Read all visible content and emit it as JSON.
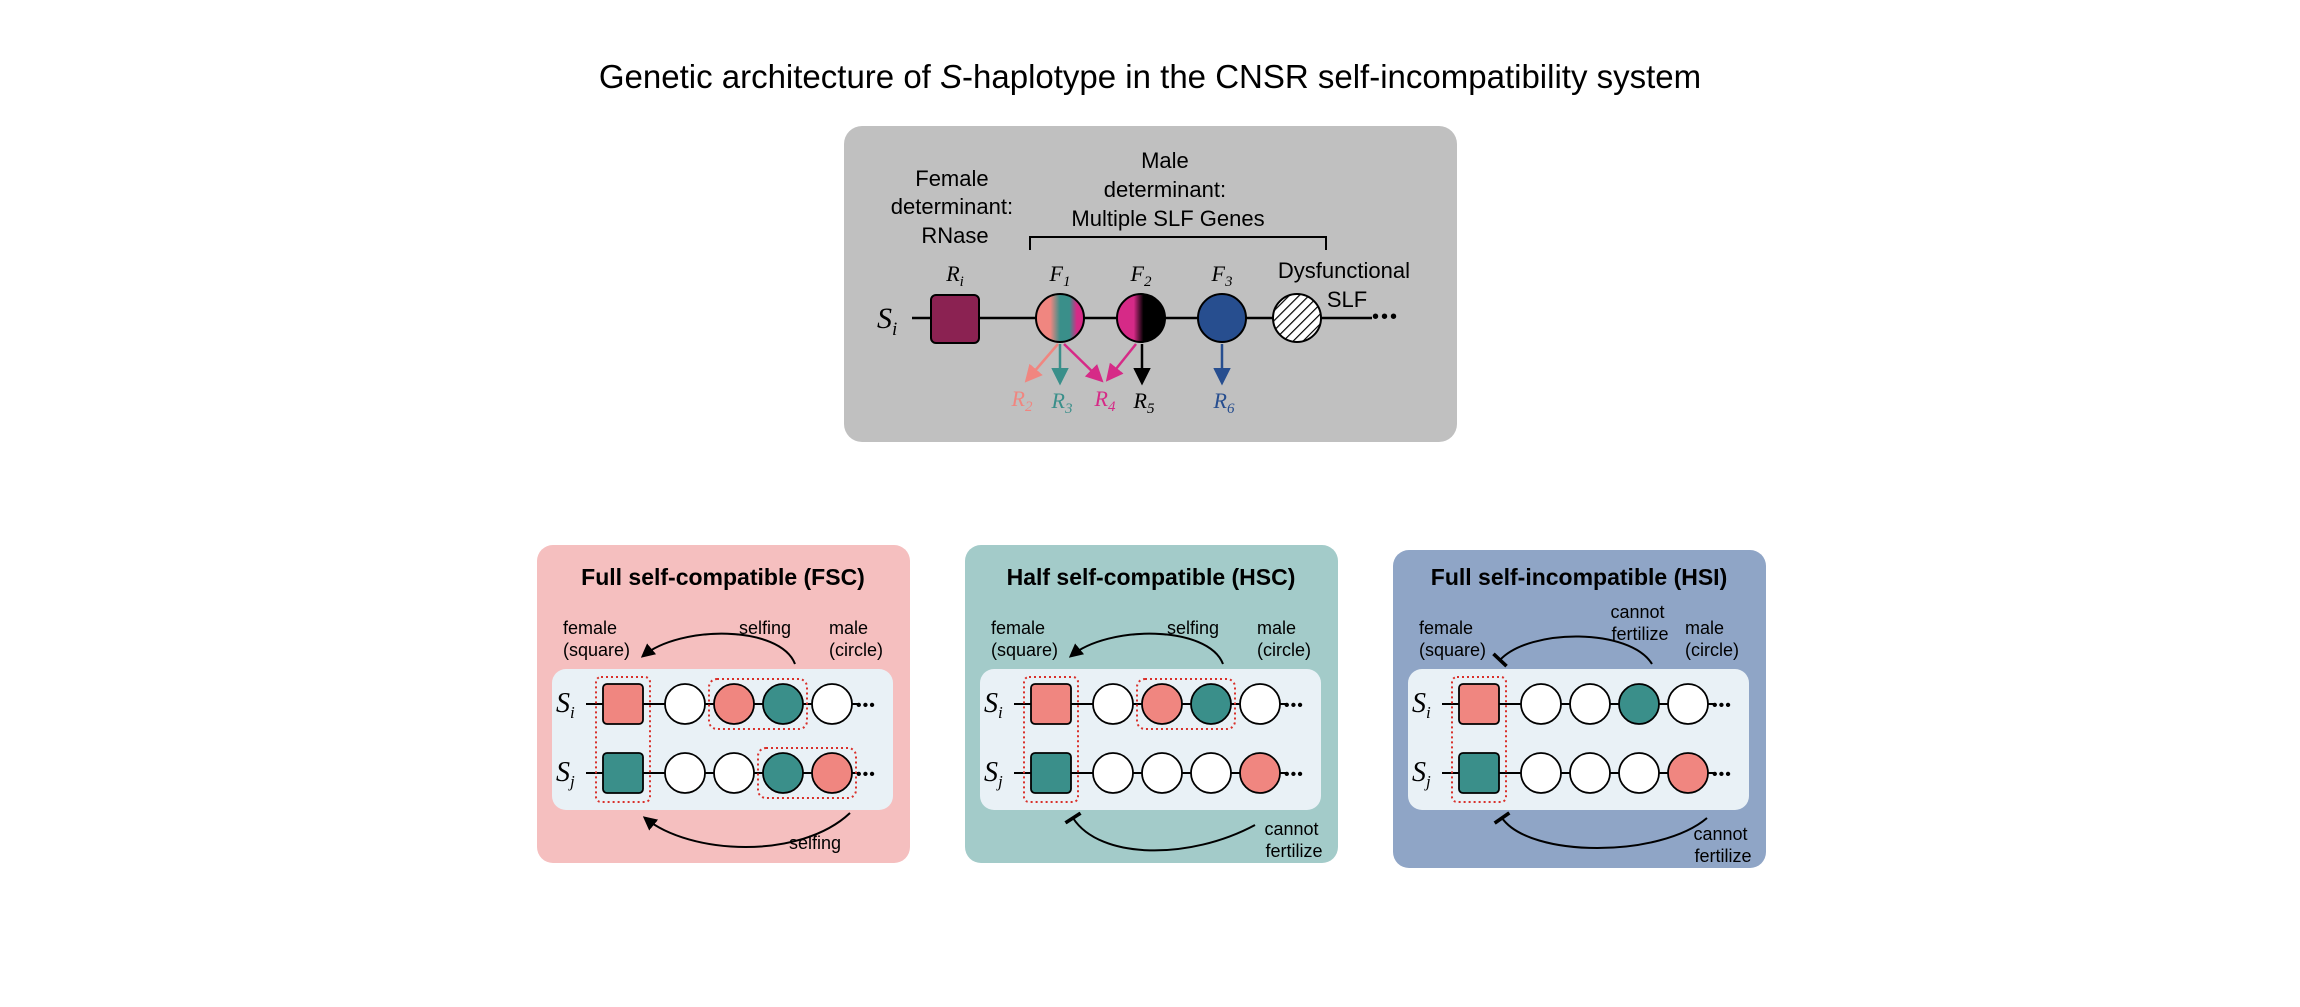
{
  "title": {
    "pre": "Genetic architecture of ",
    "italic": "S",
    "post": "-haplotype in the CNSR self-incompatibility system"
  },
  "colors": {
    "rnase": "#8b2252",
    "salmon": "#f08680",
    "teal": "#3a8f8a",
    "magenta": "#d62a87",
    "navy": "#274e8f",
    "top_panel_bg": "#c0c0c0",
    "fsc_bg": "#f5bfbf",
    "hsc_bg": "#a3cbc9",
    "hsi_bg": "#8fa5c6",
    "track_bg": "#e9f1f6",
    "dotted_red": "#d9302a"
  },
  "top": {
    "female_label": [
      "Female",
      "determinant:",
      "RNase"
    ],
    "male_label": [
      "Male",
      "determinant:",
      "Multiple SLF Genes"
    ],
    "dysfunctional_label": [
      "Dysfunctional",
      "SLF"
    ],
    "haplotype": {
      "base": "S",
      "sub": "i"
    },
    "rnase": {
      "base": "R",
      "sub": "i"
    },
    "genes": [
      {
        "base": "F",
        "sub": "1"
      },
      {
        "base": "F",
        "sub": "2"
      },
      {
        "base": "F",
        "sub": "3"
      }
    ],
    "targets": [
      {
        "base": "R",
        "sub": "2",
        "color": "#f08680"
      },
      {
        "base": "R",
        "sub": "3",
        "color": "#3a8f8a"
      },
      {
        "base": "R",
        "sub": "4",
        "color": "#d62a87"
      },
      {
        "base": "R",
        "sub": "5",
        "color": "#000000"
      },
      {
        "base": "R",
        "sub": "6",
        "color": "#274e8f"
      }
    ],
    "ellipsis": "•••"
  },
  "panels": [
    {
      "title": "Full self-compatible (FSC)",
      "female_label": [
        "female",
        "(square)"
      ],
      "male_label": [
        "male",
        "(circle)"
      ],
      "top_arrow_label": [
        "selfing"
      ],
      "bottom_arrow_label": [
        "selfing"
      ],
      "row_i": {
        "base": "S",
        "sub": "i"
      },
      "row_j": {
        "base": "S",
        "sub": "j"
      },
      "ellipsis": "•••"
    },
    {
      "title": "Half self-compatible (HSC)",
      "female_label": [
        "female",
        "(square)"
      ],
      "male_label": [
        "male",
        "(circle)"
      ],
      "top_arrow_label": [
        "selfing"
      ],
      "bottom_arrow_label": [
        "cannot",
        "fertilize"
      ],
      "row_i": {
        "base": "S",
        "sub": "i"
      },
      "row_j": {
        "base": "S",
        "sub": "j"
      },
      "ellipsis": "•••"
    },
    {
      "title": "Full self-incompatible (HSI)",
      "female_label": [
        "female",
        "(square)"
      ],
      "male_label": [
        "male",
        "(circle)"
      ],
      "top_arrow_label": [
        "cannot",
        "fertilize"
      ],
      "bottom_arrow_label": [
        "cannot",
        "fertilize"
      ],
      "row_i": {
        "base": "S",
        "sub": "i"
      },
      "row_j": {
        "base": "S",
        "sub": "j"
      },
      "ellipsis": "•••"
    }
  ]
}
